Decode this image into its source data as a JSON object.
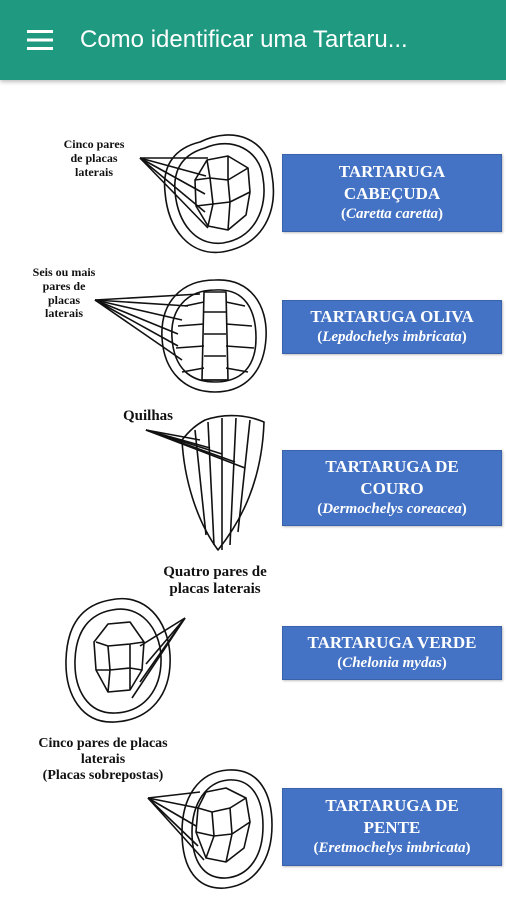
{
  "app_bar": {
    "title": "Como identificar uma Tartaru...",
    "menu_icon": "hamburger-menu-icon",
    "background": "#1f9a80"
  },
  "accent_box_color": "#4472c4",
  "turtles": [
    {
      "id": "cabecuda",
      "label": "Cinco pares de placas laterais",
      "label_lines": [
        "Cinco pares",
        "de placas",
        "laterais"
      ],
      "name_lines": [
        "TARTARUGA",
        "CABEÇUDA"
      ],
      "scientific": "Caretta caretta"
    },
    {
      "id": "oliva",
      "label_lines": [
        "Seis ou mais",
        "pares de",
        "placas",
        "laterais"
      ],
      "name_lines": [
        "TARTARUGA OLIVA"
      ],
      "scientific": "Lepdochelys imbricata"
    },
    {
      "id": "couro",
      "label_lines": [
        "Quilhas"
      ],
      "name_lines": [
        "TARTARUGA DE",
        "COURO"
      ],
      "scientific": "Dermochelys coreacea"
    },
    {
      "id": "verde",
      "label_lines": [
        "Quatro pares de",
        "placas laterais"
      ],
      "name_lines": [
        "TARTARUGA VERDE"
      ],
      "scientific": "Chelonia mydas"
    },
    {
      "id": "pente",
      "label_lines": [
        "Cinco pares de placas",
        "laterais",
        "(Placas sobrepostas)"
      ],
      "name_lines": [
        "TARTARUGA DE",
        "PENTE"
      ],
      "scientific": "Eretmochelys imbricata"
    }
  ]
}
